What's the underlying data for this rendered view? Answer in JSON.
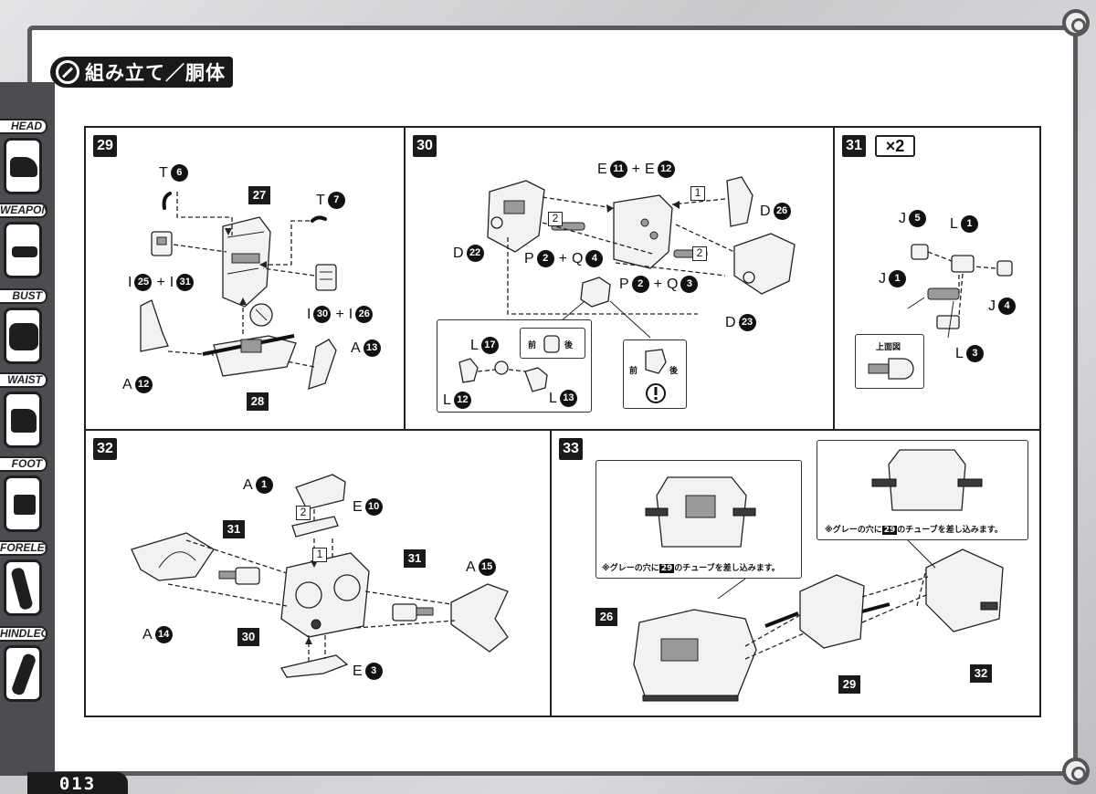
{
  "section": {
    "title": "組み立て／胴体"
  },
  "sidebar": {
    "items": [
      {
        "label": "HEAD"
      },
      {
        "label": "WEAPON"
      },
      {
        "label": "BUST"
      },
      {
        "label": "WAIST"
      },
      {
        "label": "FOOT"
      },
      {
        "label": "FORELEG"
      },
      {
        "label": "HINDLEG"
      }
    ]
  },
  "page": {
    "number": "013"
  },
  "steps": {
    "s29": {
      "number": "29",
      "labels": {
        "t6": {
          "letter": "T",
          "num": "6"
        },
        "t7": {
          "letter": "T",
          "num": "7"
        },
        "i25": {
          "letter": "I",
          "num": "25"
        },
        "i31": {
          "letter": "I",
          "num": "31"
        },
        "i30": {
          "letter": "I",
          "num": "30"
        },
        "i26": {
          "letter": "I",
          "num": "26"
        },
        "a12": {
          "letter": "A",
          "num": "12"
        },
        "a13": {
          "letter": "A",
          "num": "13"
        }
      },
      "refs": {
        "r27": "27",
        "r28": "28"
      },
      "plus": "+"
    },
    "s30": {
      "number": "30",
      "labels": {
        "e11": {
          "letter": "E",
          "num": "11"
        },
        "e12": {
          "letter": "E",
          "num": "12"
        },
        "d26": {
          "letter": "D",
          "num": "26"
        },
        "d22": {
          "letter": "D",
          "num": "22"
        },
        "d23": {
          "letter": "D",
          "num": "23"
        },
        "p2a": {
          "letter": "P",
          "num": "2"
        },
        "q4": {
          "letter": "Q",
          "num": "4"
        },
        "p2b": {
          "letter": "P",
          "num": "2"
        },
        "q3": {
          "letter": "Q",
          "num": "3"
        },
        "l17": {
          "letter": "L",
          "num": "17"
        },
        "l12": {
          "letter": "L",
          "num": "12"
        },
        "l13": {
          "letter": "L",
          "num": "13"
        }
      },
      "seq": {
        "one": "1",
        "two_a": "2",
        "two_b": "2"
      },
      "front": "前",
      "back": "後",
      "plus": "+"
    },
    "s31": {
      "number": "31",
      "multiplier": "×2",
      "labels": {
        "j5": {
          "letter": "J",
          "num": "5"
        },
        "l1": {
          "letter": "L",
          "num": "1"
        },
        "j1": {
          "letter": "J",
          "num": "1"
        },
        "j4": {
          "letter": "J",
          "num": "4"
        },
        "l3": {
          "letter": "L",
          "num": "3"
        }
      },
      "top_view": "上面図"
    },
    "s32": {
      "number": "32",
      "labels": {
        "a1": {
          "letter": "A",
          "num": "1"
        },
        "e10": {
          "letter": "E",
          "num": "10"
        },
        "a15": {
          "letter": "A",
          "num": "15"
        },
        "a14": {
          "letter": "A",
          "num": "14"
        },
        "e3": {
          "letter": "E",
          "num": "3"
        }
      },
      "refs": {
        "r31a": "31",
        "r31b": "31",
        "r30": "30"
      },
      "seq": {
        "one": "1",
        "two": "2"
      }
    },
    "s33": {
      "number": "33",
      "note_left": {
        "prefix": "※グレーの穴に",
        "ref": "29",
        "suffix": "のチューブを差し込みます。"
      },
      "note_right": {
        "prefix": "※グレーの穴に",
        "ref": "29",
        "suffix": "のチューブを差し込みます。"
      },
      "refs": {
        "r26": "26",
        "r29": "29",
        "r32": "32"
      }
    }
  }
}
